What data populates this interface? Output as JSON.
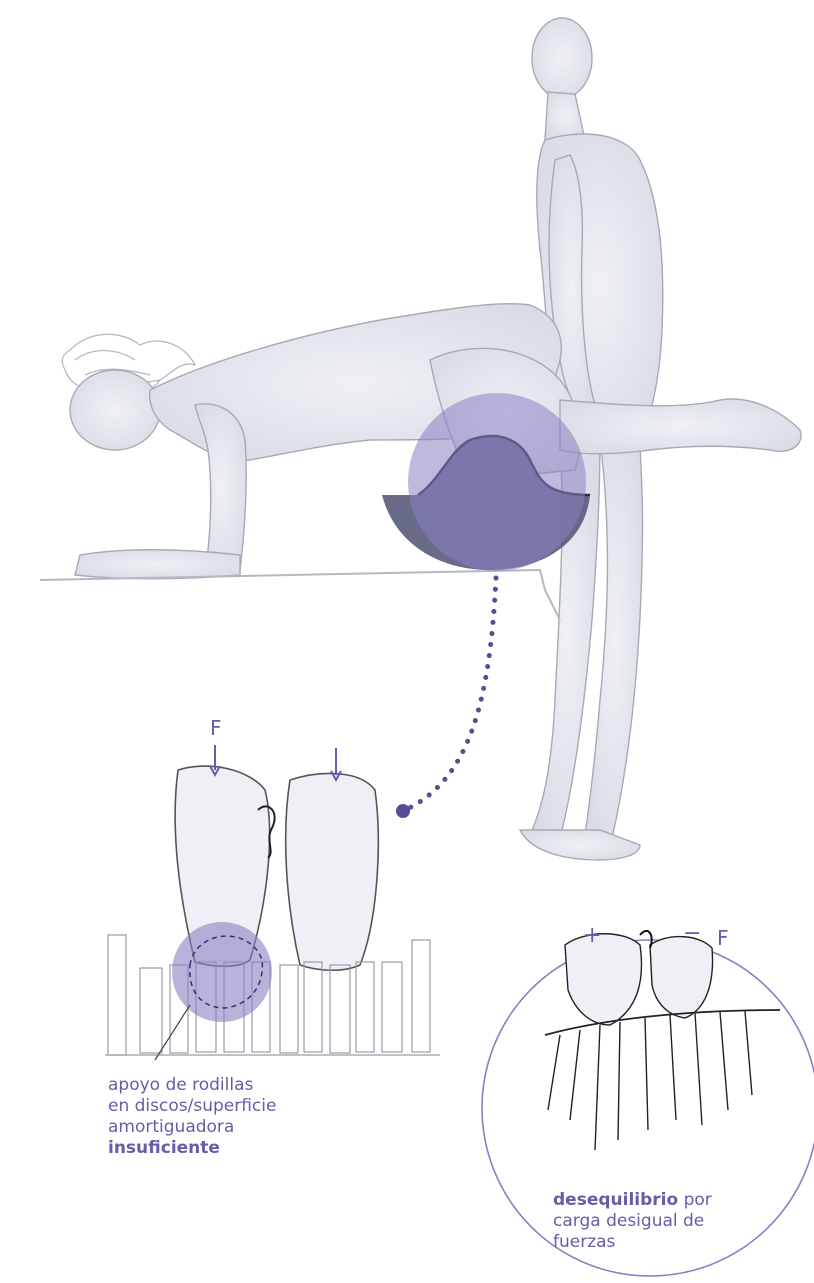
{
  "labels": {
    "force_top": "F",
    "plus": "+",
    "minus": "−",
    "force_right": "F"
  },
  "caption_left": {
    "line1": "apoyo de rodillas",
    "line2": "en discos/superficie",
    "line3": "amortiguadora",
    "line4_bold": "insuficiente"
  },
  "caption_right": {
    "bold": "desequilibrio",
    "rest1": " por",
    "line2": "carga desigual de",
    "line3": "fuerzas"
  },
  "colors": {
    "accent": "#6a5ba8",
    "highlight": "#8a7fc2",
    "sketch": "#b9bcc6",
    "shade": "#dfe1e8"
  }
}
